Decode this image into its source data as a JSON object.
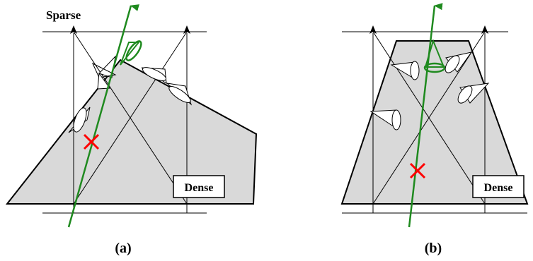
{
  "panel_a": {
    "top_label": "Sparse",
    "box_label": "Dense",
    "caption": "(a)"
  },
  "panel_b": {
    "box_label": "Dense",
    "caption": "(b)"
  },
  "colors": {
    "shape_fill": "#d9d9d9",
    "ray": "#1f8a1f",
    "cross": "#ff0000",
    "line": "#000000"
  }
}
